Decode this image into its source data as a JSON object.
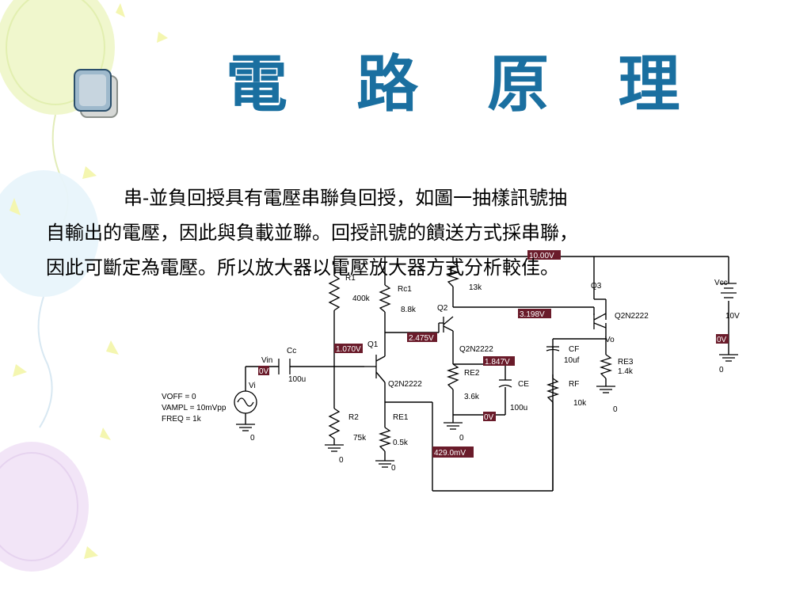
{
  "slide": {
    "title": "電 路 原 理",
    "body": [
      "串-並負回授具有電壓串聯負回授，如圖一抽樣訊號抽",
      "自輸出的電壓，因此與負載並聯。回授訊號的饋送方式採串聯，",
      "因此可斷定為電壓。所以放大器以電壓放大器方式分析較佳。"
    ]
  },
  "circuit": {
    "components": {
      "r1": {
        "name": "R1",
        "value": "400k"
      },
      "rc1": {
        "name": "Rc1",
        "value": "8.8k"
      },
      "rc2": {
        "value": "13k"
      },
      "r2": {
        "name": "R2",
        "value": "75k"
      },
      "re1": {
        "name": "RE1",
        "value": "0.5k"
      },
      "re2": {
        "name": "RE2",
        "value": "3.6k"
      },
      "re3": {
        "name": "RE3",
        "value": "1.4k"
      },
      "rf": {
        "name": "RF",
        "value": "10k"
      },
      "cc": {
        "name": "Cc",
        "value": "100u"
      },
      "ce": {
        "name": "CE",
        "value": "100u"
      },
      "cf": {
        "name": "CF",
        "value": "10uf"
      },
      "q1": {
        "name": "Q1",
        "model": "Q2N2222"
      },
      "q2": {
        "name": "Q2",
        "model": "Q2N2222"
      },
      "q3": {
        "name": "Q3",
        "model": "Q2N2222"
      },
      "vcc": {
        "name": "Vcc",
        "value": "10V"
      }
    },
    "source": {
      "label": "Vi",
      "voff": "VOFF = 0",
      "vampl": "VAMPL = 10mVpp",
      "freq": "FREQ = 1k"
    },
    "nets": {
      "vin": "Vin",
      "vo": "Vo",
      "ground": "0"
    },
    "voltages": {
      "vcc_rail": "10.00V",
      "q1_base": "1.070V",
      "q1_collector": "2.475V",
      "q2_emitter": "1.847V",
      "q2_collector": "3.198V",
      "re1_top": "429.0mV",
      "vin_dc": "0V",
      "ce_node": "0V",
      "vcc_node": "0V"
    }
  }
}
